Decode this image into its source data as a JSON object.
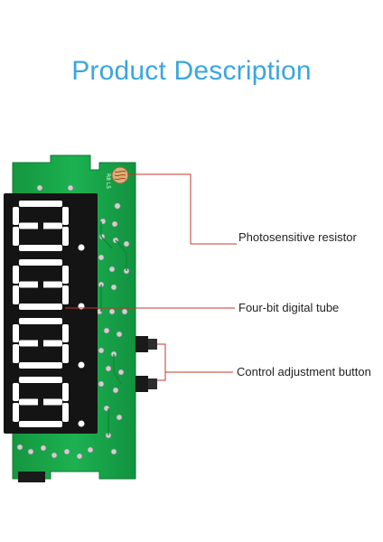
{
  "title": "Product Description",
  "labels": {
    "photosensitive_resistor": "Photosensitive resistor",
    "digital_tube": "Four-bit digital tube",
    "control_button": "Control adjustment button"
  },
  "colors": {
    "title": "#3aa6de",
    "pcb_green": "#18a54a",
    "display_body": "#141414",
    "segment_off": "#2c2c2c",
    "segment_on": "#ffffff",
    "leader_line": "#c0392b",
    "solder_pad": "#c9c9c9"
  },
  "icons": {
    "board": "pcb-board",
    "sensor": "photoresistor-icon",
    "buttons": "tactile-button-icon"
  }
}
